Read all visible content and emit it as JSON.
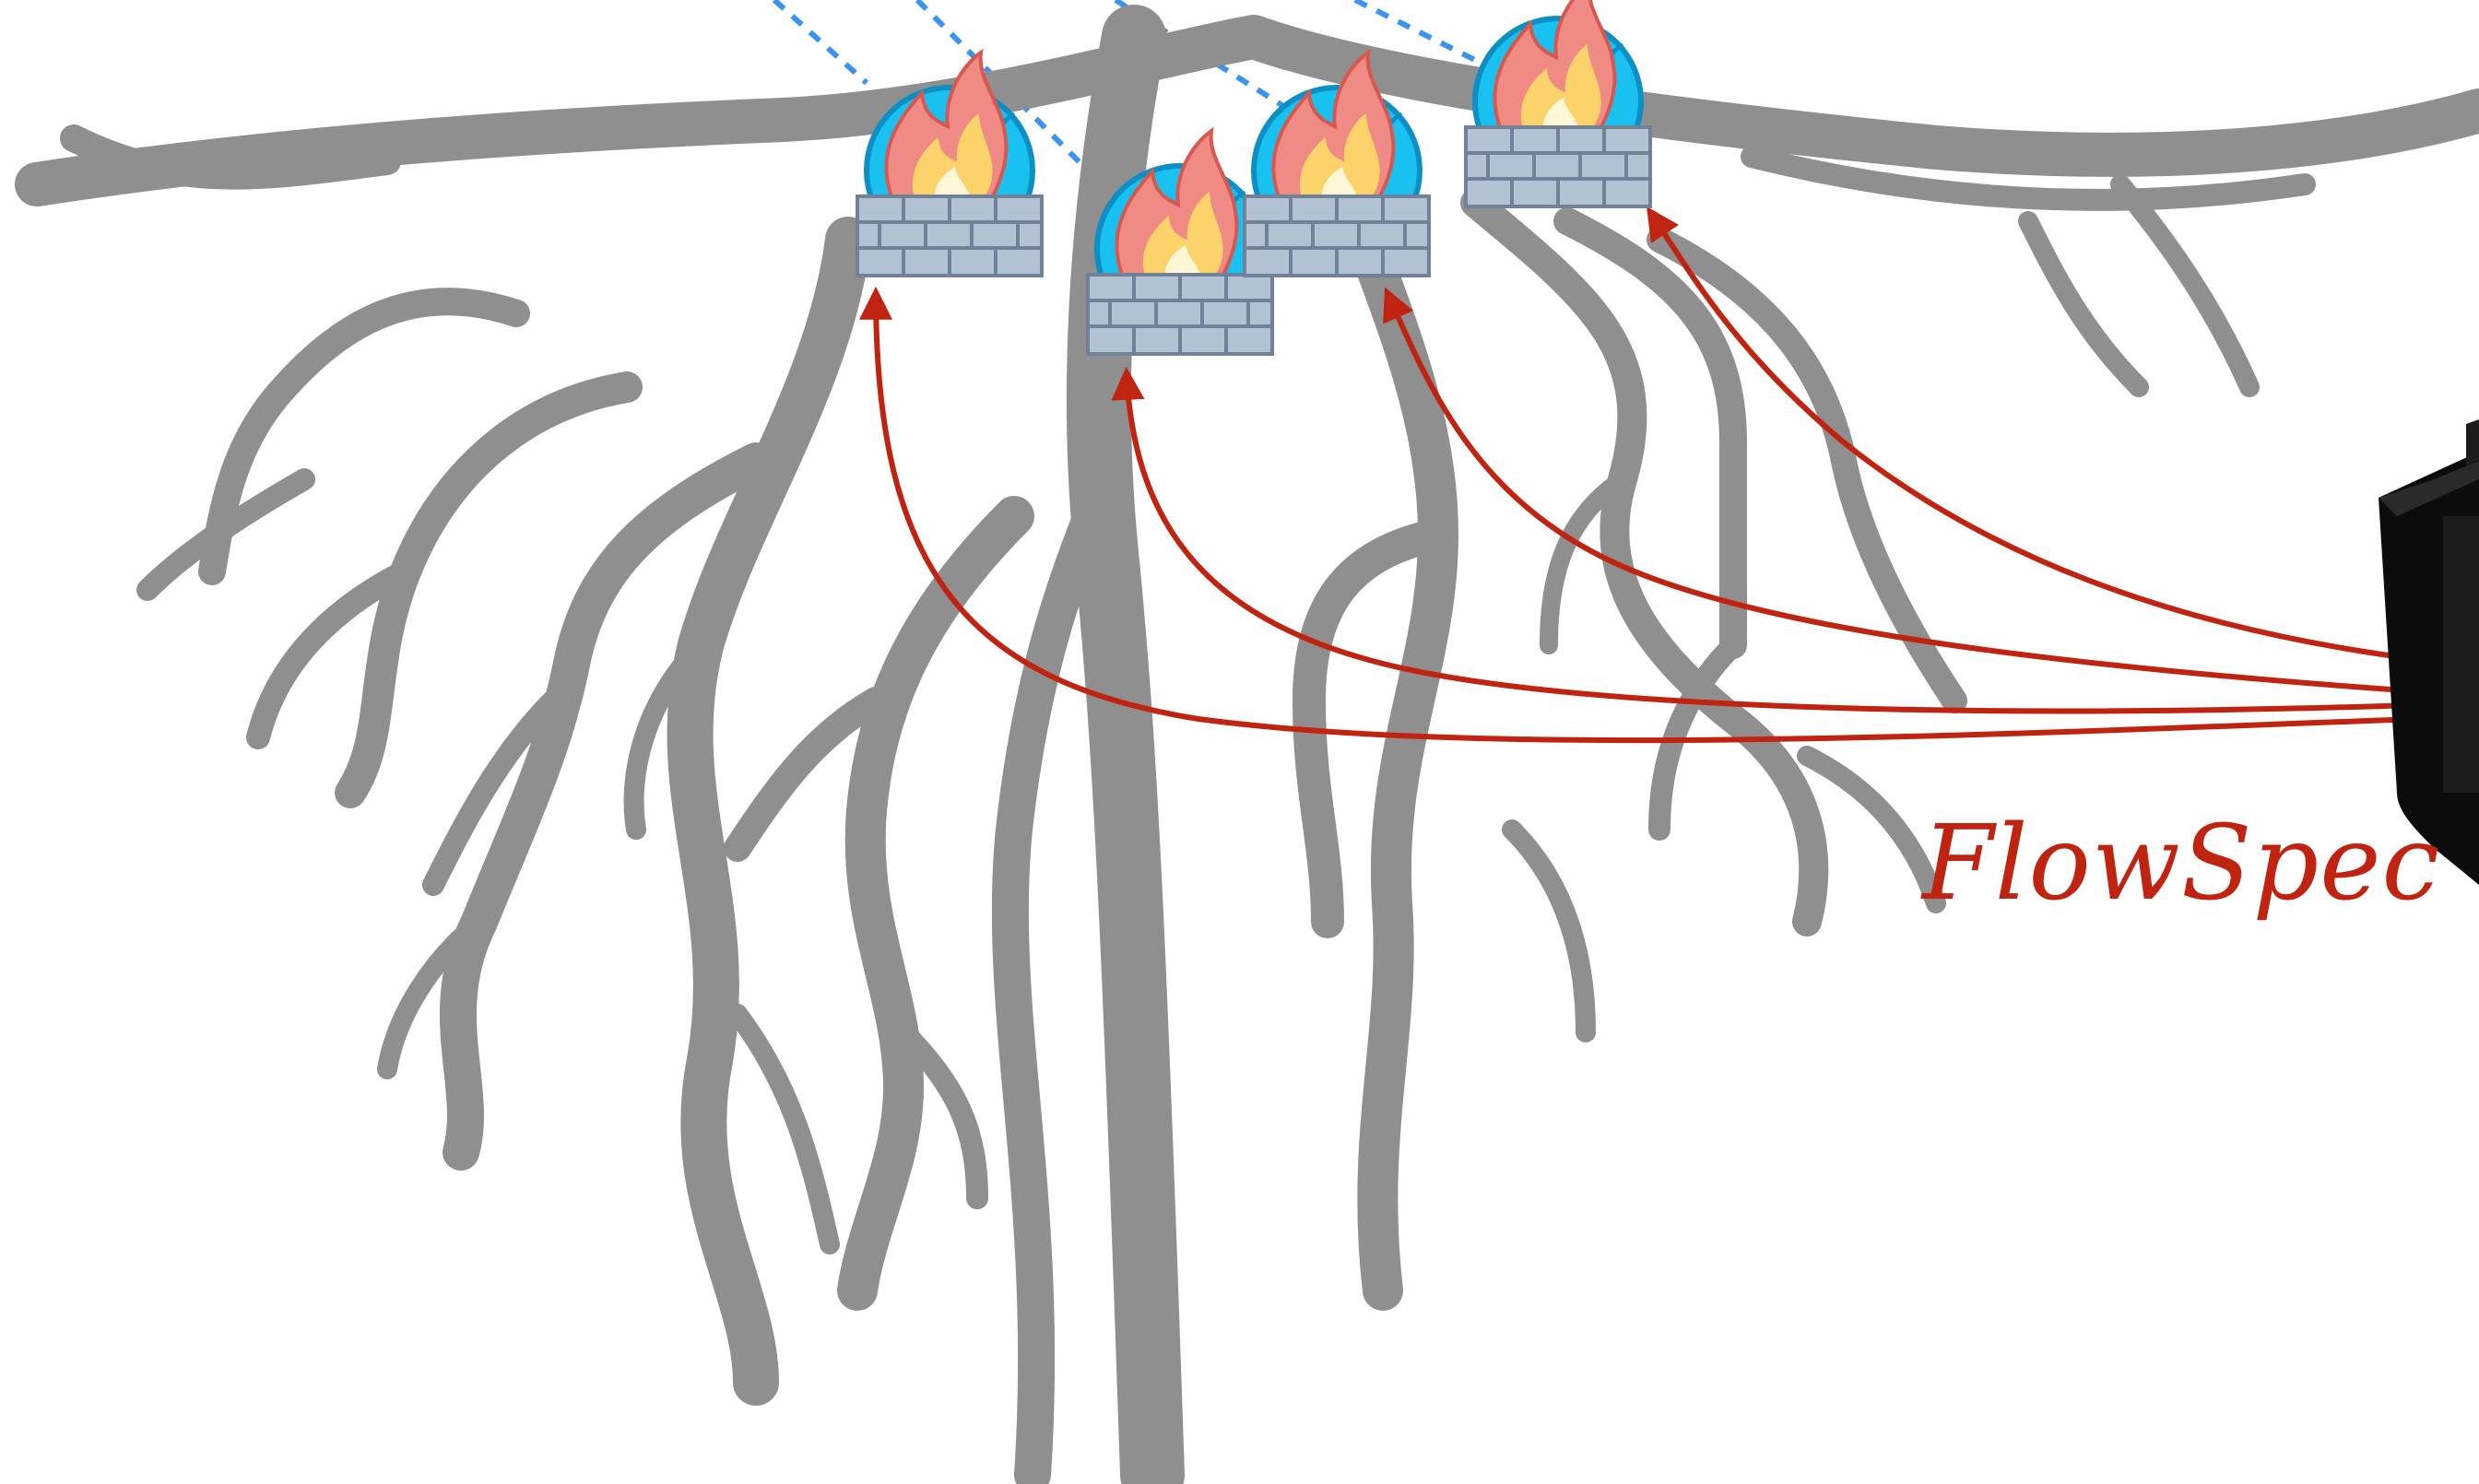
{
  "diagram": {
    "label": "FlowSpec"
  },
  "nodes": [
    {
      "id": "router-firewall-1",
      "icon": "router-firewall-icon"
    },
    {
      "id": "router-firewall-2",
      "icon": "router-firewall-icon"
    },
    {
      "id": "router-firewall-3",
      "icon": "router-firewall-icon"
    },
    {
      "id": "router-firewall-4",
      "icon": "router-firewall-icon"
    }
  ],
  "edges": [
    {
      "from": "controller",
      "to": "router-firewall-1"
    },
    {
      "from": "controller",
      "to": "router-firewall-2"
    },
    {
      "from": "controller",
      "to": "router-firewall-3"
    },
    {
      "from": "controller",
      "to": "router-firewall-4"
    }
  ],
  "colors": {
    "root": "#8f8f8f",
    "router": "#19c1f0",
    "router_outline": "#0b8fc4",
    "flame_outer": "#f08a84",
    "flame_inner": "#fcd36a",
    "wall": "#b2c2d2",
    "wall_lines": "#6f8297",
    "arrow": "#c0230f",
    "dashed_link": "#3a94ef",
    "controller": "#0c0c0c"
  }
}
